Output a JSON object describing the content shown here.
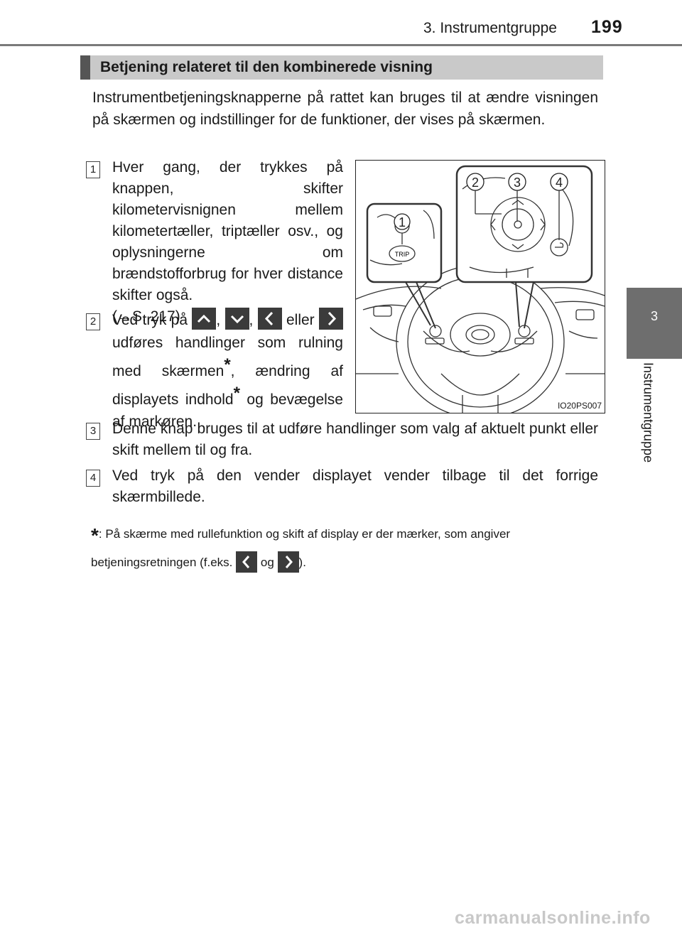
{
  "header": {
    "chapter_title": "3. Instrumentgruppe",
    "page_number": "199"
  },
  "side_tab": {
    "number": "3",
    "label": "Instrumentgruppe"
  },
  "section": {
    "title": "Betjening relateret til den kombinerede visning",
    "intro": "Instrumentbetjeningsknapperne på rattet kan bruges til at ændre visningen på skærmen og indstillinger for de funktioner, der vises på skærmen."
  },
  "items": [
    {
      "number": "1",
      "text": "Hver gang, der trykkes på knappen, skifter kilometervisnignen mellem kilometertæller, triptæller osv., og oplysningerne om brændstofforbrug for hver distance skifter også.",
      "ref": "(→S. 217)"
    },
    {
      "number": "2",
      "text_a": "Ved tryk på",
      "comma": ",",
      "text_b": "eller",
      "text_c": "udføres handlinger som rulning med skærmen",
      "star": "*",
      "text_d": ", ændring af displayets indhold",
      "text_e": " og bevægelse af markøren."
    },
    {
      "number": "3",
      "text": "Denne knap bruges til at udføre handlinger som valg af aktuelt punkt eller skift mellem til og fra."
    },
    {
      "number": "4",
      "text": "Ved tryk på den vender displayet vender tilbage til det forrige skærmbillede."
    }
  ],
  "footnote": {
    "star": "*",
    "text_a": ": På skærme med rullefunktion og skift af display er der mærker, som angiver betjeningsretningen (f.eks.",
    "text_b": "og",
    "text_c": ")."
  },
  "figure": {
    "caption": "IO20PS007",
    "button_label": "TRIP",
    "callouts": [
      "1",
      "2",
      "3",
      "4"
    ]
  },
  "icons": [
    "chevron-up-icon",
    "chevron-down-icon",
    "chevron-left-icon",
    "chevron-right-icon",
    "back-arrow-icon"
  ],
  "watermark": "carmanualsonline.info"
}
